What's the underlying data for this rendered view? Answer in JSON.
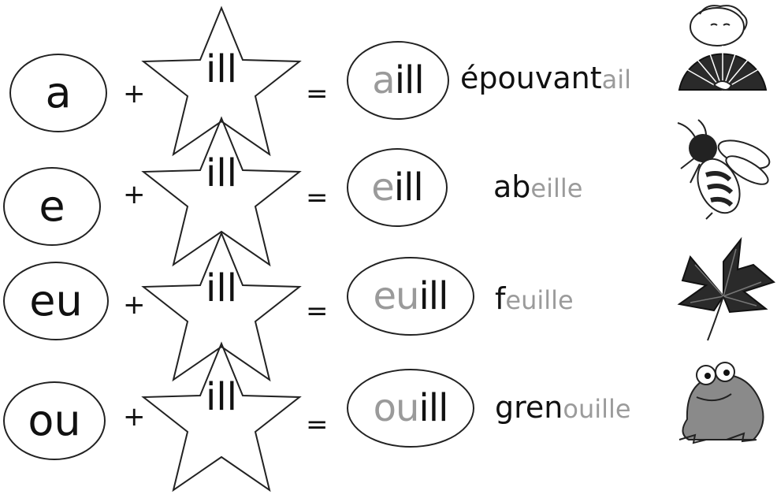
{
  "rows": [
    {
      "vowel": "a",
      "plus": "+",
      "star_text": "ill",
      "equals": "=",
      "result_vowel": "a",
      "result_ill": "ill",
      "word_dark": "épouvant",
      "word_light": "ail",
      "picture_icon": "fan-icon"
    },
    {
      "vowel": "e",
      "plus": "+",
      "star_text": "ill",
      "equals": "=",
      "result_vowel": "e",
      "result_ill": "ill",
      "word_dark": "ab",
      "word_light": "eille",
      "picture_icon": "bee-icon"
    },
    {
      "vowel": "eu",
      "plus": "+",
      "star_text": "ill",
      "equals": "=",
      "result_vowel": "eu",
      "result_ill": "ill",
      "word_dark": "f",
      "word_light": "euille",
      "picture_icon": "leaf-icon"
    },
    {
      "vowel": "ou",
      "plus": "+",
      "star_text": "ill",
      "equals": "=",
      "result_vowel": "ou",
      "result_ill": "ill",
      "word_dark": "gren",
      "word_light": "ouille",
      "picture_icon": "frog-icon"
    }
  ],
  "colors": {
    "ink": "#111111",
    "faded": "#9a9a9a",
    "leaf": "#2a2a2a",
    "frog": "#8a8a8a"
  }
}
